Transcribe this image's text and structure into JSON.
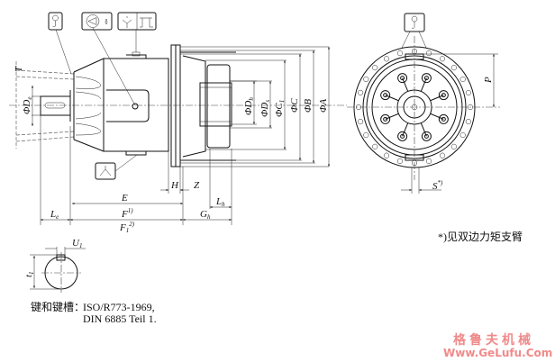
{
  "labels": {
    "De": {
      "main": "ΦD",
      "sub": "e"
    },
    "T": {
      "main": "T"
    },
    "Dh": {
      "main": "ΦD",
      "sub": "h"
    },
    "Ds": {
      "main": "ΦD",
      "sub": "s"
    },
    "C1": {
      "main": "ΦC",
      "sub": "1"
    },
    "C": {
      "main": "ΦC"
    },
    "B": {
      "main": "ΦB"
    },
    "A": {
      "main": "ΦA"
    },
    "H": {
      "main": "H"
    },
    "Z": {
      "main": "Z"
    },
    "Lh": {
      "main": "L",
      "sub": "h"
    },
    "E": {
      "main": "E"
    },
    "F": {
      "main": "F",
      "sup": "1)"
    },
    "F1": {
      "main": "F",
      "sub": "1",
      "sup": "2)"
    },
    "Le": {
      "main": "L",
      "sub": "e"
    },
    "Gh": {
      "main": "G",
      "sub": "h"
    },
    "U1": {
      "main": "U",
      "sub": "1"
    },
    "t1": {
      "main": "t",
      "sub": "1"
    },
    "P": {
      "main": "P"
    },
    "S": {
      "main": "S",
      "sup": "*)"
    }
  },
  "notes": {
    "key_label": "键和键槽：",
    "key_std_1": "ISO/R773-1969,",
    "key_std_2": "DIN 6885 Teil 1.",
    "footnote": "*)见双边力矩支臂"
  },
  "icons": [
    "lifting-hook-icon",
    "oil-level-icon",
    "oil-drain-icon",
    "breather-icon",
    "oil-fill-icon"
  ],
  "watermark": {
    "cn": "格鲁夫机械",
    "url": "Www.GeLufu.Com",
    "color": "#f08a8a"
  }
}
